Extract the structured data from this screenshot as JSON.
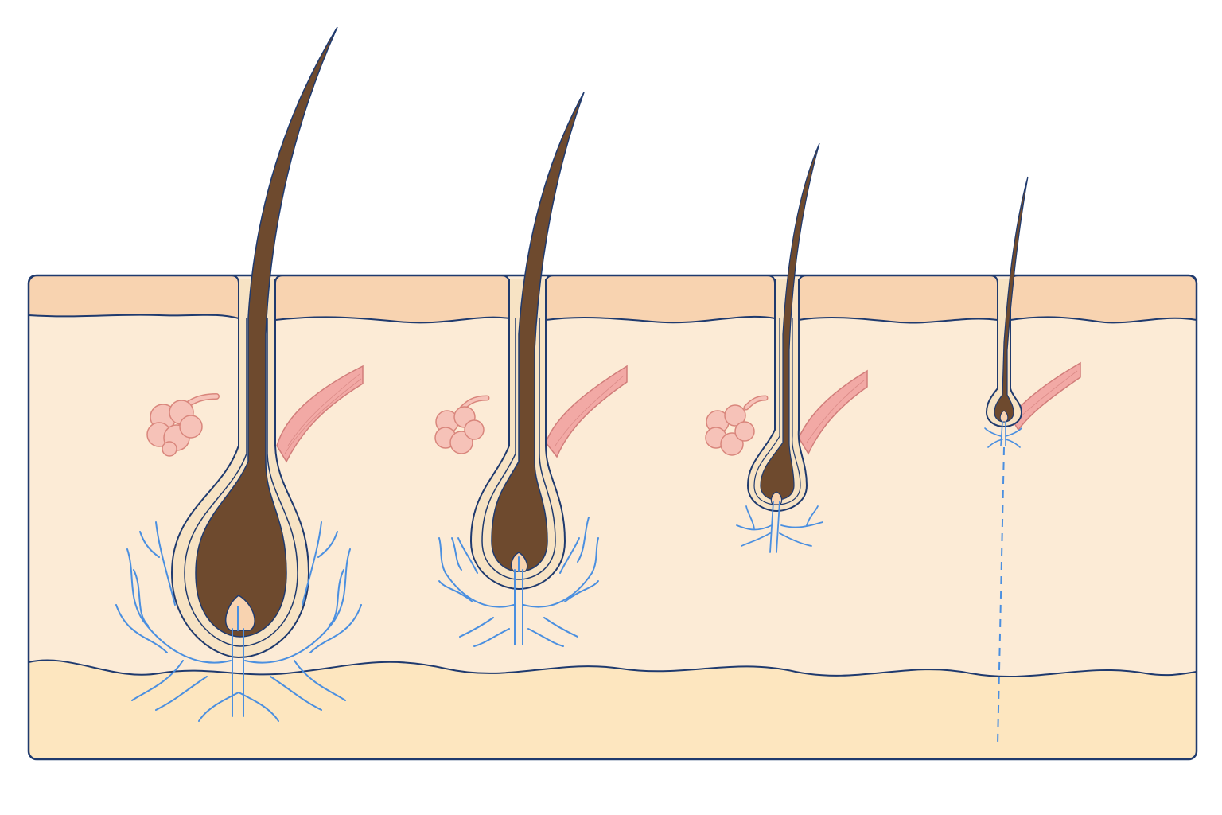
{
  "diagram": {
    "description_visible_text": "",
    "colors": {
      "background": "#ffffff",
      "outline": "#1f3a6e",
      "epidermis": "#f8d3b0",
      "dermis": "#fcebd6",
      "hypodermis": "#fde6bf",
      "hair": "#6e4a2e",
      "hair_sheath": "#f7e3c4",
      "gland": "#f6c2b8",
      "gland_outline": "#d9867c",
      "muscle": "#f2a9a5",
      "muscle_outline": "#d17d7a",
      "vessel": "#4a8fe0"
    },
    "follicles": [
      {
        "id": "follicle-1",
        "stage": "full"
      },
      {
        "id": "follicle-2",
        "stage": "reduced"
      },
      {
        "id": "follicle-3",
        "stage": "miniaturized"
      },
      {
        "id": "follicle-4",
        "stage": "vellus"
      }
    ]
  }
}
